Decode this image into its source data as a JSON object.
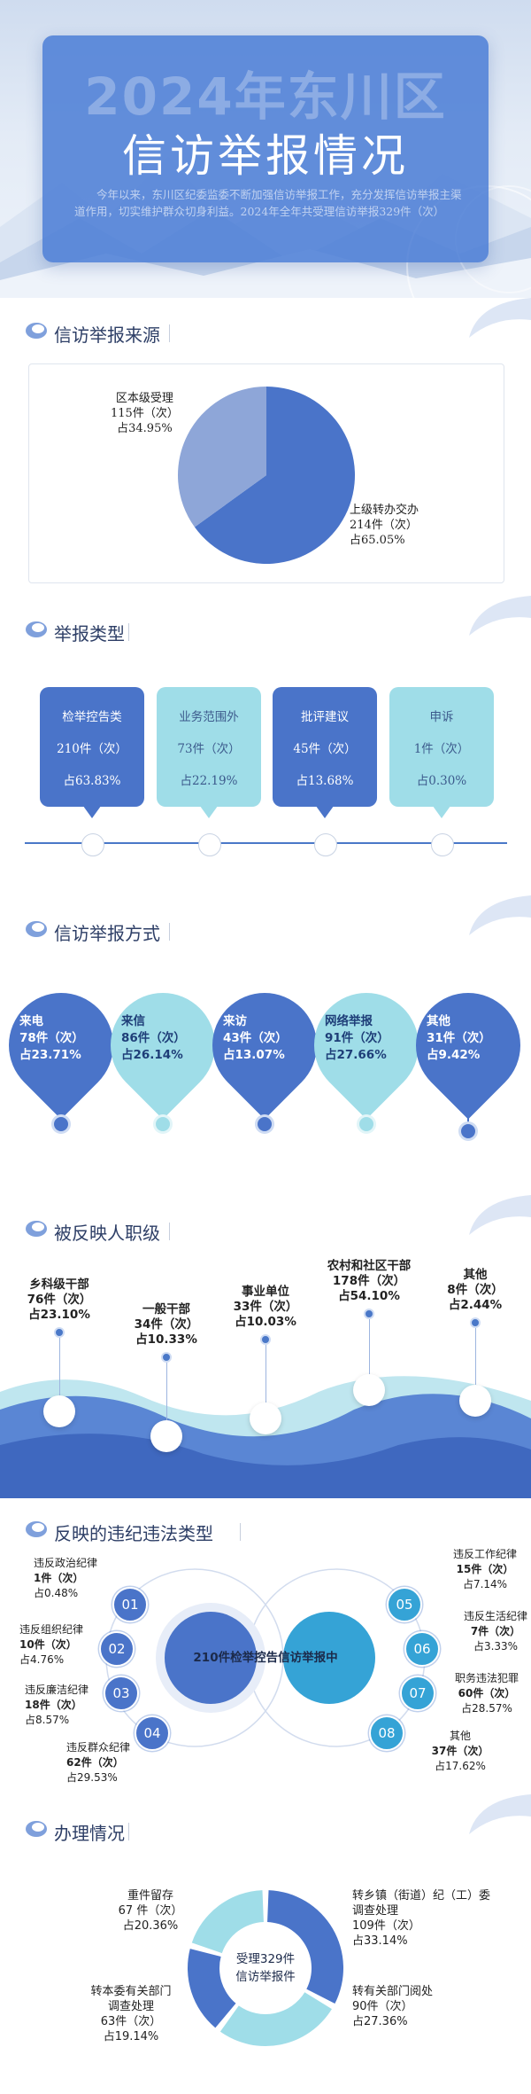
{
  "header": {
    "year_title": "2024年东川区",
    "main_title": "信访举报情况",
    "intro": "今年以来，东川区纪委监委不断加强信访举报工作，充分发挥信访举报主渠道作用，切实维护群众切身利益。2024年全年共受理信访举报329件（次）"
  },
  "sections": {
    "source": "信访举报来源",
    "types": "举报类型",
    "methods": "信访举报方式",
    "levels": "被反映人职级",
    "violations": "反映的违纪违法类型",
    "handling": "办理情况"
  },
  "colors": {
    "dark_blue": "#4a74c9",
    "light_blue": "#9fdde8",
    "mid_blue": "#8ea6d8",
    "teal": "#35a3d6"
  },
  "chart_data": [
    {
      "type": "pie",
      "title": "信访举报来源",
      "slices": [
        {
          "name": "区本级受理",
          "count": "115件（次）",
          "share": "占34.95%",
          "value": 34.95
        },
        {
          "name": "上级转办交办",
          "count": "214件（次）",
          "share": "占65.05%",
          "value": 65.05
        }
      ]
    },
    {
      "type": "bar",
      "title": "举报类型",
      "categories": [
        "检举控告类",
        "业务范围外",
        "批评建议",
        "申诉"
      ],
      "counts": [
        "210件（次）",
        "73件（次）",
        "45件（次）",
        "1件（次）"
      ],
      "shares": [
        "占63.83%",
        "占22.19%",
        "占13.68%",
        "占0.30%"
      ],
      "values": [
        63.83,
        22.19,
        13.68,
        0.3
      ]
    },
    {
      "type": "bar",
      "title": "信访举报方式",
      "categories": [
        "来电",
        "来信",
        "来访",
        "网络举报",
        "其他"
      ],
      "counts": [
        "78件（次）",
        "86件（次）",
        "43件（次）",
        "91件（次）",
        "31件（次）"
      ],
      "shares": [
        "占23.71%",
        "占26.14%",
        "占13.07%",
        "占27.66%",
        "占9.42%"
      ],
      "values": [
        23.71,
        26.14,
        13.07,
        27.66,
        9.42
      ]
    },
    {
      "type": "bar",
      "title": "被反映人职级",
      "categories": [
        "乡科级干部",
        "一般干部",
        "事业单位",
        "农村和社区干部",
        "其他"
      ],
      "counts": [
        "76件（次）",
        "34件（次）",
        "33件（次）",
        "178件（次）",
        "8件（次）"
      ],
      "shares": [
        "占23.10%",
        "占10.33%",
        "占10.03%",
        "占54.10%",
        "占2.44%"
      ],
      "values": [
        23.1,
        10.33,
        10.03,
        54.1,
        2.44
      ]
    },
    {
      "type": "bar",
      "title": "反映的违纪违法类型",
      "center_label": "210件检举控告信访举报中",
      "numbers": [
        "01",
        "02",
        "03",
        "04",
        "05",
        "06",
        "07",
        "08"
      ],
      "categories": [
        "违反政治纪律",
        "违反组织纪律",
        "违反廉洁纪律",
        "违反群众纪律",
        "违反工作纪律",
        "违反生活纪律",
        "职务违法犯罪",
        "其他"
      ],
      "counts": [
        "1件（次）",
        "10件（次）",
        "18件（次）",
        "62件（次）",
        "15件（次）",
        "7件（次）",
        "60件（次）",
        "37件（次）"
      ],
      "shares": [
        "占0.48%",
        "占4.76%",
        "占8.57%",
        "占29.53%",
        "占7.14%",
        "占3.33%",
        "占28.57%",
        "占17.62%"
      ],
      "values": [
        0.48,
        4.76,
        8.57,
        29.53,
        7.14,
        3.33,
        28.57,
        17.62
      ]
    },
    {
      "type": "pie",
      "title": "办理情况",
      "center_label": [
        "受理329件",
        "信访举报件"
      ],
      "slices": [
        {
          "name": [
            "转乡镇（街道）纪（工）委",
            "调查处理"
          ],
          "count": "109件（次）",
          "share": "占33.14%",
          "value": 33.14
        },
        {
          "name": [
            "转有关部门阅处"
          ],
          "count": "90件（次）",
          "share": "占27.36%",
          "value": 27.36
        },
        {
          "name": [
            "转本委有关部门",
            "调查处理"
          ],
          "count": "63件（次）",
          "share": "占19.14%",
          "value": 19.14
        },
        {
          "name": [
            "重件留存"
          ],
          "count": "67 件（次）",
          "share": "占20.36%",
          "value": 20.36
        }
      ]
    }
  ]
}
